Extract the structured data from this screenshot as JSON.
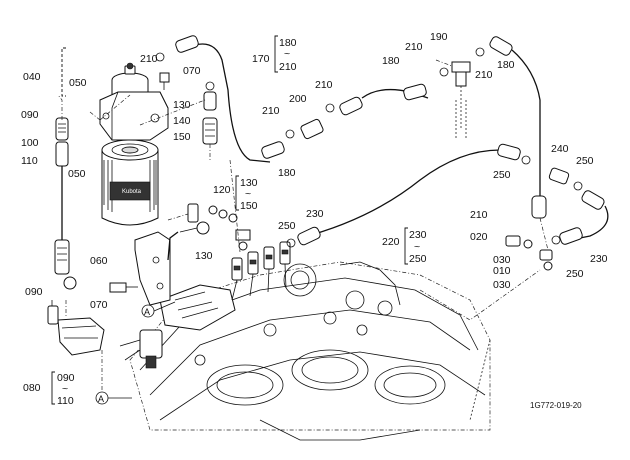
{
  "diagram_code": "1G772-019-20",
  "reference_marker": "A",
  "part_labels": {
    "p040": "040",
    "p050a": "050",
    "p050b": "050",
    "p060": "060",
    "p070a": "070",
    "p070b": "070",
    "p080": "080",
    "p090a": "090",
    "p090b": "090",
    "p100": "100",
    "p110": "110",
    "p120": "120",
    "p130a": "130",
    "p130b": "130",
    "p140": "140",
    "p150": "150",
    "p170": "170",
    "p180a": "180",
    "p180b": "180",
    "p180c": "180",
    "p190": "190",
    "p200": "200",
    "p210a": "210",
    "p210b": "210",
    "p210c": "210",
    "p210d": "210",
    "p210e": "210",
    "p210f": "210",
    "p220": "220",
    "p230a": "230",
    "p230b": "230",
    "p240": "240",
    "p250a": "250",
    "p250b": "250",
    "p250c": "250",
    "p250d": "250",
    "p010": "010",
    "p020": "020",
    "p030a": "030",
    "p030b": "030"
  },
  "ranges": {
    "r040": {
      "from": "050",
      "to": ""
    },
    "r080": {
      "from": "090",
      "tilde": "~",
      "to": "110"
    },
    "r120": {
      "from": "130",
      "tilde": "~",
      "to": "150"
    },
    "r170": {
      "from": "180",
      "tilde": "~",
      "to": "210"
    },
    "r220": {
      "from": "230",
      "tilde": "~",
      "to": "250"
    }
  },
  "filter_brand": "Kubota"
}
